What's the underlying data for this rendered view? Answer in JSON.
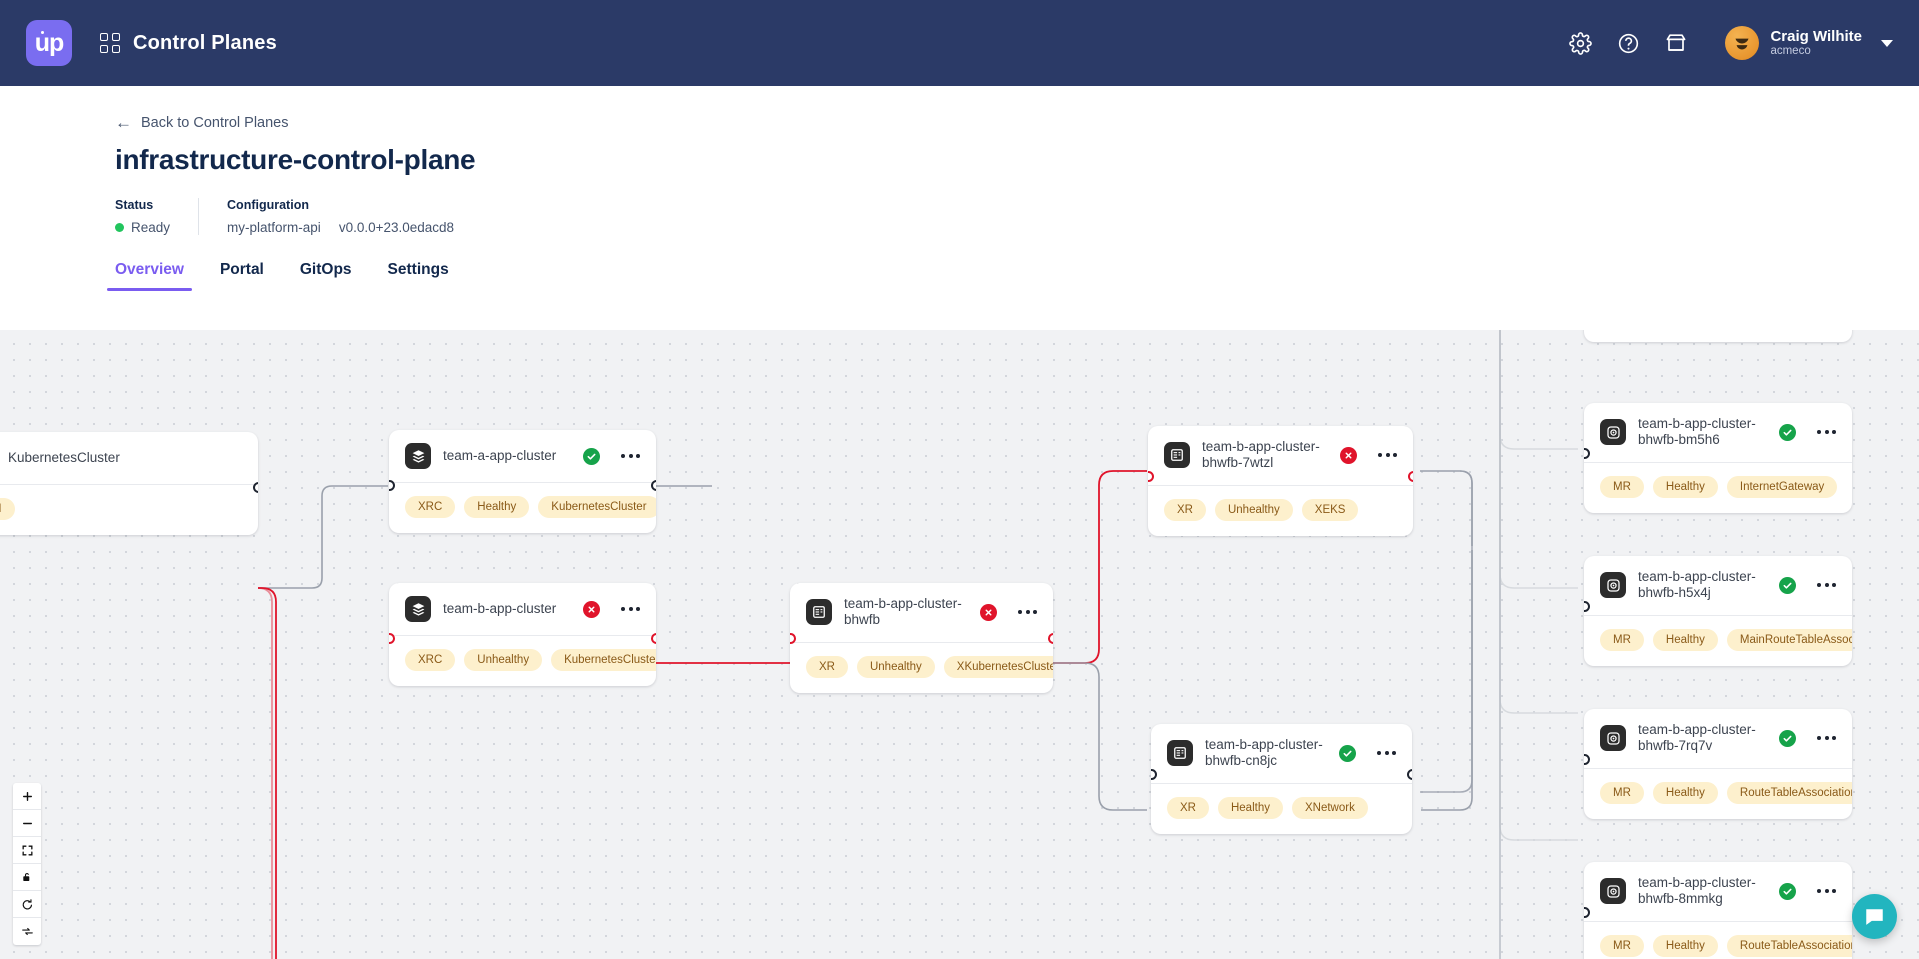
{
  "topbar": {
    "logo_text": "up",
    "app_title": "Control Planes",
    "icons": [
      "gear-icon",
      "help-icon",
      "marketplace-icon"
    ],
    "user": {
      "name": "Craig Wilhite",
      "org": "acmeco"
    }
  },
  "page": {
    "back_label": "Back to Control Planes",
    "title": "infrastructure-control-plane",
    "status_label": "Status",
    "status_value": "Ready",
    "status_color": "#22c55e",
    "config_label": "Configuration",
    "config_name": "my-platform-api",
    "config_version": "v0.0.0+23.0edacd8"
  },
  "tabs": [
    {
      "label": "Overview",
      "active": true
    },
    {
      "label": "Portal",
      "active": false
    },
    {
      "label": "GitOps",
      "active": false
    },
    {
      "label": "Settings",
      "active": false
    }
  ],
  "graph": {
    "nodes": [
      {
        "id": "kubernetescluster",
        "title": "KubernetesCluster",
        "icon": "k8s-icon",
        "status": "none",
        "tags": [
          "API"
        ]
      },
      {
        "id": "team-a-app-cluster",
        "title": "team-a-app-cluster",
        "icon": "stack-icon",
        "status": "healthy",
        "tags": [
          "XRC",
          "Healthy",
          "KubernetesCluster"
        ]
      },
      {
        "id": "team-b-app-cluster",
        "title": "team-b-app-cluster",
        "icon": "stack-icon",
        "status": "unhealthy",
        "tags": [
          "XRC",
          "Unhealthy",
          "KubernetesCluster"
        ]
      },
      {
        "id": "team-b-app-cluster-bhwfb",
        "title": "team-b-app-cluster-bhwfb",
        "icon": "composite-icon",
        "status": "unhealthy",
        "tags": [
          "XR",
          "Unhealthy",
          "XKubernetesCluster"
        ]
      },
      {
        "id": "team-b-app-cluster-bhwfb-7wtzl",
        "title": "team-b-app-cluster-bhwfb-7wtzl",
        "icon": "composite-icon",
        "status": "unhealthy",
        "tags": [
          "XR",
          "Unhealthy",
          "XEKS"
        ]
      },
      {
        "id": "team-b-app-cluster-bhwfb-cn8jc",
        "title": "team-b-app-cluster-bhwfb-cn8jc",
        "icon": "composite-icon",
        "status": "healthy",
        "tags": [
          "XR",
          "Healthy",
          "XNetwork"
        ]
      },
      {
        "id": "team-b-app-cluster-bhwfb-bm5h6",
        "title": "team-b-app-cluster-bhwfb-bm5h6",
        "icon": "managed-resource-icon",
        "status": "healthy",
        "tags": [
          "MR",
          "Healthy",
          "InternetGateway"
        ]
      },
      {
        "id": "team-b-app-cluster-bhwfb-h5x4j",
        "title": "team-b-app-cluster-bhwfb-h5x4j",
        "icon": "managed-resource-icon",
        "status": "healthy",
        "tags": [
          "MR",
          "Healthy",
          "MainRouteTableAssociation"
        ]
      },
      {
        "id": "team-b-app-cluster-bhwfb-7rq7v",
        "title": "team-b-app-cluster-bhwfb-7rq7v",
        "icon": "managed-resource-icon",
        "status": "healthy",
        "tags": [
          "MR",
          "Healthy",
          "RouteTableAssociation"
        ]
      },
      {
        "id": "team-b-app-cluster-bhwfb-8mmkg",
        "title": "team-b-app-cluster-bhwfb-8mmkg",
        "icon": "managed-resource-icon",
        "status": "healthy",
        "tags": [
          "MR",
          "Healthy",
          "RouteTableAssociation"
        ]
      }
    ],
    "edge_colors": {
      "healthy": "#9aa0ab",
      "unhealthy": "#e0142b"
    },
    "controls": [
      "zoom-in",
      "zoom-out",
      "fit-view",
      "lock",
      "reset",
      "refresh"
    ]
  }
}
